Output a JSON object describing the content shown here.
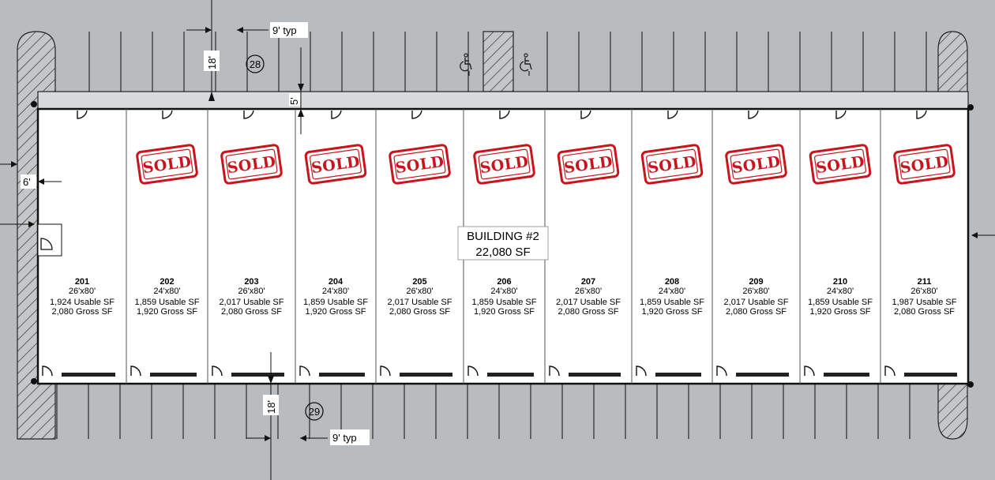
{
  "building": {
    "title": "BUILDING #2",
    "area": "22,080 SF"
  },
  "stamp_text": "SOLD",
  "stamp_color": "#c8141c",
  "dimensions": {
    "stall_width_top": "9' typ",
    "stall_width_bottom": "9' typ",
    "stall_depth_top": "18'",
    "stall_depth_bottom": "18'",
    "walkway": "5'",
    "side_setback": "6'"
  },
  "parking_rows": {
    "top_number": "28",
    "bottom_number": "29"
  },
  "units": [
    {
      "number": "201",
      "size": "26'x80'",
      "usable": "1,924 Usable SF",
      "gross": "2,080 Gross SF",
      "sold": false
    },
    {
      "number": "202",
      "size": "24'x80'",
      "usable": "1,859 Usable SF",
      "gross": "1,920 Gross SF",
      "sold": true
    },
    {
      "number": "203",
      "size": "26'x80'",
      "usable": "2,017 Usable SF",
      "gross": "2,080 Gross SF",
      "sold": true
    },
    {
      "number": "204",
      "size": "24'x80'",
      "usable": "1,859 Usable SF",
      "gross": "1,920 Gross SF",
      "sold": true
    },
    {
      "number": "205",
      "size": "26'x80'",
      "usable": "2,017 Usable SF",
      "gross": "2,080 Gross SF",
      "sold": true
    },
    {
      "number": "206",
      "size": "24'x80'",
      "usable": "1,859 Usable SF",
      "gross": "1,920 Gross SF",
      "sold": true
    },
    {
      "number": "207",
      "size": "26'x80'",
      "usable": "2,017 Usable SF",
      "gross": "2,080 Gross SF",
      "sold": true
    },
    {
      "number": "208",
      "size": "24'x80'",
      "usable": "1,859 Usable SF",
      "gross": "1,920 Gross SF",
      "sold": true
    },
    {
      "number": "209",
      "size": "26'x80'",
      "usable": "2,017 Usable SF",
      "gross": "2,080 Gross SF",
      "sold": true
    },
    {
      "number": "210",
      "size": "24'x80'",
      "usable": "1,859 Usable SF",
      "gross": "1,920 Gross SF",
      "sold": true
    },
    {
      "number": "211",
      "size": "26'x80'",
      "usable": "1,987 Usable SF",
      "gross": "2,080 Gross SF",
      "sold": true
    }
  ]
}
